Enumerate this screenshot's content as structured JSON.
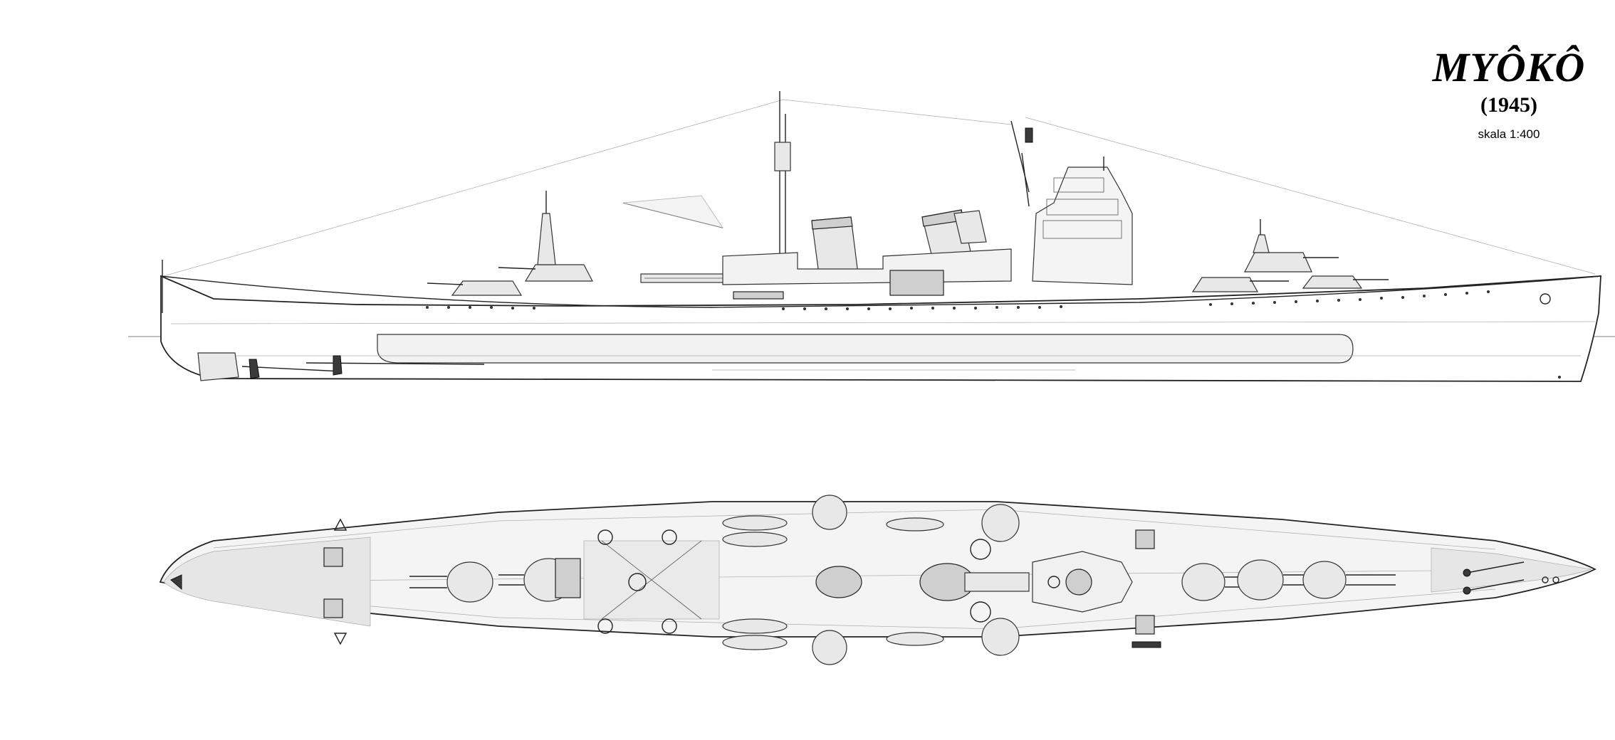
{
  "title": {
    "ship_name": "MYÔKÔ",
    "year": "(1945)",
    "scale": "skala 1:400"
  },
  "colors": {
    "line": "#222222",
    "background": "#ffffff",
    "deck_shade": "#e8e8e8"
  }
}
